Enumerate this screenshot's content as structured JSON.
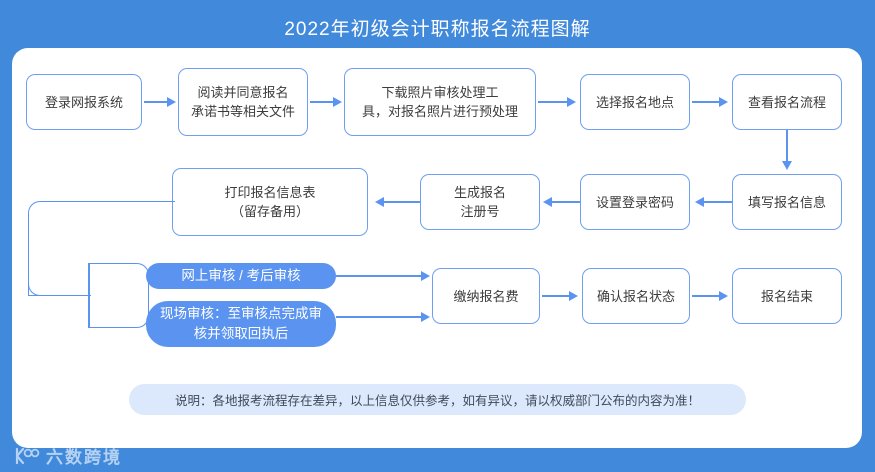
{
  "page": {
    "title": "2022年初级会计职称报名流程图解",
    "background_color": "#4089db",
    "card_color": "#ffffff",
    "accent_color": "#5b94f0",
    "node_border_color": "#6f9ff0",
    "note_background_color": "#dce8fb"
  },
  "flow": {
    "row1": [
      {
        "id": "login",
        "label": "登录网报系统"
      },
      {
        "id": "agree",
        "label": "阅读并同意报名\n承诺书等相关文件"
      },
      {
        "id": "photo-tool",
        "label": "下载照片审核处理工\n具，对报名照片进行预处理"
      },
      {
        "id": "select-place",
        "label": "选择报名地点"
      },
      {
        "id": "view-process",
        "label": "查看报名流程"
      }
    ],
    "row2": [
      {
        "id": "print-form",
        "label": "打印报名信息表\n（留存备用）"
      },
      {
        "id": "gen-reg-no",
        "label": "生成报名\n注册号"
      },
      {
        "id": "set-password",
        "label": "设置登录密码"
      },
      {
        "id": "fill-info",
        "label": "填写报名信息"
      }
    ],
    "row3_branches": [
      {
        "id": "online-audit",
        "label": "网上审核 / 考后审核"
      },
      {
        "id": "onsite-audit",
        "label": "现场审核：至审核点完成审\n核并领取回执后"
      }
    ],
    "row3": [
      {
        "id": "pay-fee",
        "label": "缴纳报名费"
      },
      {
        "id": "confirm-status",
        "label": "确认报名状态"
      },
      {
        "id": "finish",
        "label": "报名结束"
      }
    ]
  },
  "note": {
    "text": "说明：各地报考流程存在差异，以上信息仅供参考，如有异议，请以权威部门公布的内容为准！"
  },
  "watermark": {
    "text": "六数跨境",
    "logo_icon": "brand-mark-icon"
  }
}
